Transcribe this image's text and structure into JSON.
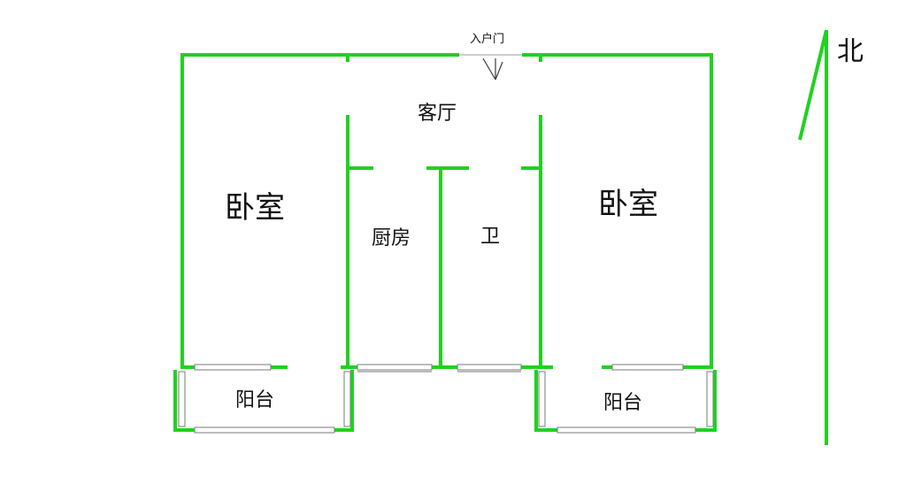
{
  "labels": {
    "entrance": "入户门",
    "living_room": "客厅",
    "bedroom_left": "卧室",
    "bedroom_right": "卧室",
    "kitchen": "厨房",
    "bathroom": "卫",
    "balcony_left": "阳台",
    "balcony_right": "阳台",
    "north": "北"
  },
  "colors": {
    "wall": "#1fd21f",
    "window": "#7a7a7a",
    "text": "#111111",
    "background": "#ffffff"
  }
}
